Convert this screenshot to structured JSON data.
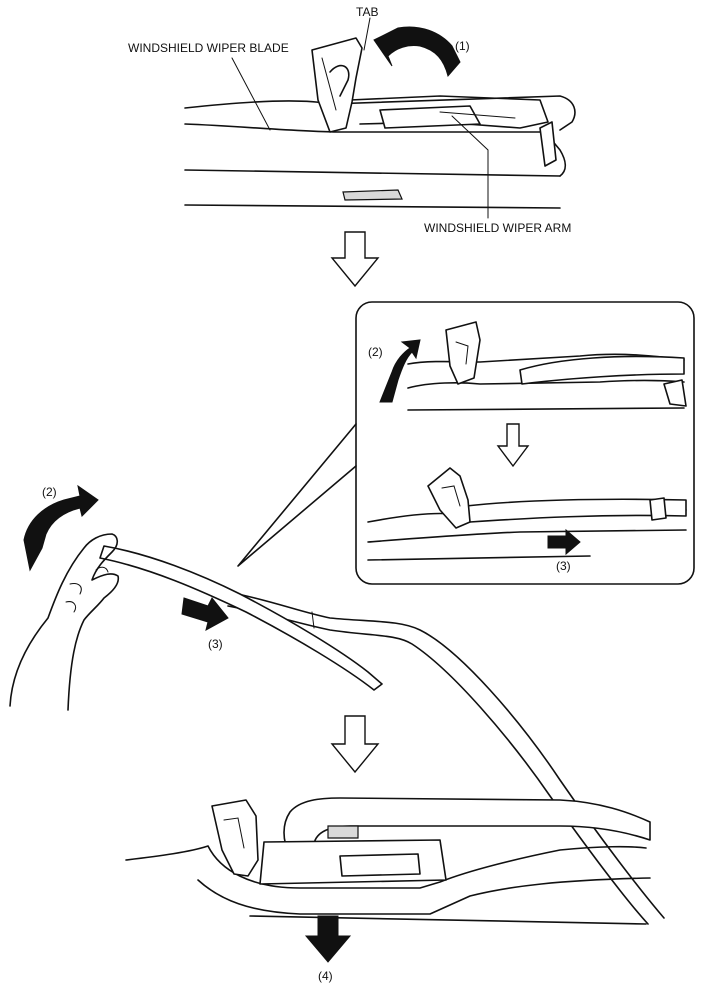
{
  "labels": {
    "tab": "TAB",
    "blade": "WINDSHIELD WIPER BLADE",
    "arm": "WINDSHIELD WIPER ARM",
    "step1": "(1)",
    "step2_inset": "(2)",
    "step3_inset": "(3)",
    "step2_main": "(2)",
    "step3_main": "(3)",
    "step4": "(4)"
  },
  "colors": {
    "line": "#111111",
    "fill": "#ffffff",
    "shade": "#d9d9d9"
  }
}
